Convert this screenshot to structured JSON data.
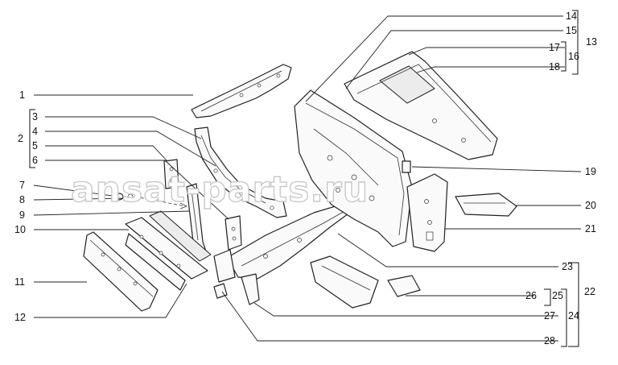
{
  "watermark": "ansat-parts.ru",
  "callouts": [
    {
      "id": "c1",
      "label": "1"
    },
    {
      "id": "c2",
      "label": "2"
    },
    {
      "id": "c3",
      "label": "3"
    },
    {
      "id": "c4",
      "label": "4"
    },
    {
      "id": "c5",
      "label": "5"
    },
    {
      "id": "c6",
      "label": "6"
    },
    {
      "id": "c7",
      "label": "7"
    },
    {
      "id": "c8",
      "label": "8"
    },
    {
      "id": "c9",
      "label": "9"
    },
    {
      "id": "c10",
      "label": "10"
    },
    {
      "id": "c11",
      "label": "11"
    },
    {
      "id": "c12",
      "label": "12"
    },
    {
      "id": "c13",
      "label": "13"
    },
    {
      "id": "c14",
      "label": "14"
    },
    {
      "id": "c15",
      "label": "15"
    },
    {
      "id": "c16",
      "label": "16"
    },
    {
      "id": "c17",
      "label": "17"
    },
    {
      "id": "c18",
      "label": "18"
    },
    {
      "id": "c19",
      "label": "19"
    },
    {
      "id": "c20",
      "label": "20"
    },
    {
      "id": "c21",
      "label": "21"
    },
    {
      "id": "c22",
      "label": "22"
    },
    {
      "id": "c23",
      "label": "23"
    },
    {
      "id": "c24",
      "label": "24"
    },
    {
      "id": "c25",
      "label": "25"
    },
    {
      "id": "c26",
      "label": "26"
    },
    {
      "id": "c27",
      "label": "27"
    },
    {
      "id": "c28",
      "label": "28"
    }
  ]
}
